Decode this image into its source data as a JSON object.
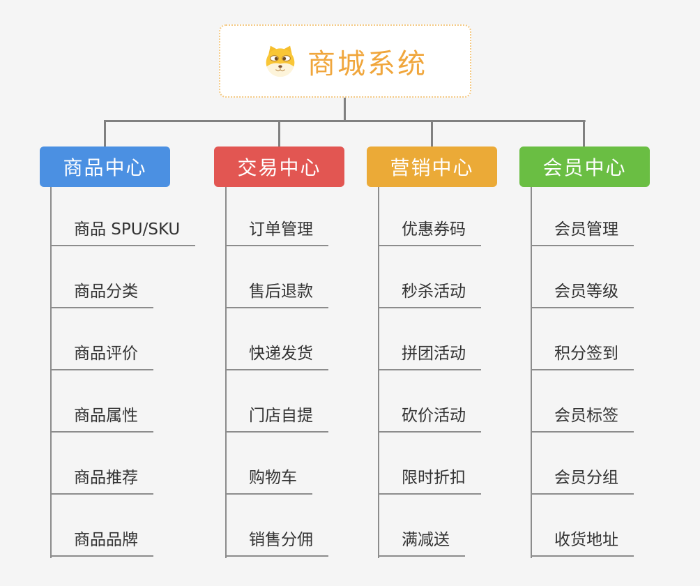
{
  "page": {
    "background_color": "#f5f5f5",
    "connector_color": "#808080"
  },
  "root": {
    "label": "商城系统",
    "icon": "dog-face",
    "text_color": "#f0a63c",
    "border_color": "#f4c983"
  },
  "branches": [
    {
      "label": "商品中心",
      "color": "#4b90e2",
      "items": [
        "商品 SPU/SKU",
        "商品分类",
        "商品评价",
        "商品属性",
        "商品推荐",
        "商品品牌"
      ]
    },
    {
      "label": "交易中心",
      "color": "#e25652",
      "items": [
        "订单管理",
        "售后退款",
        "快递发货",
        "门店自提",
        "购物车",
        "销售分佣"
      ]
    },
    {
      "label": "营销中心",
      "color": "#ebaa37",
      "items": [
        "优惠券码",
        "秒杀活动",
        "拼团活动",
        "砍价活动",
        "限时折扣",
        "满减送"
      ]
    },
    {
      "label": "会员中心",
      "color": "#6abe43",
      "items": [
        "会员管理",
        "会员等级",
        "积分签到",
        "会员标签",
        "会员分组",
        "收货地址"
      ]
    }
  ]
}
